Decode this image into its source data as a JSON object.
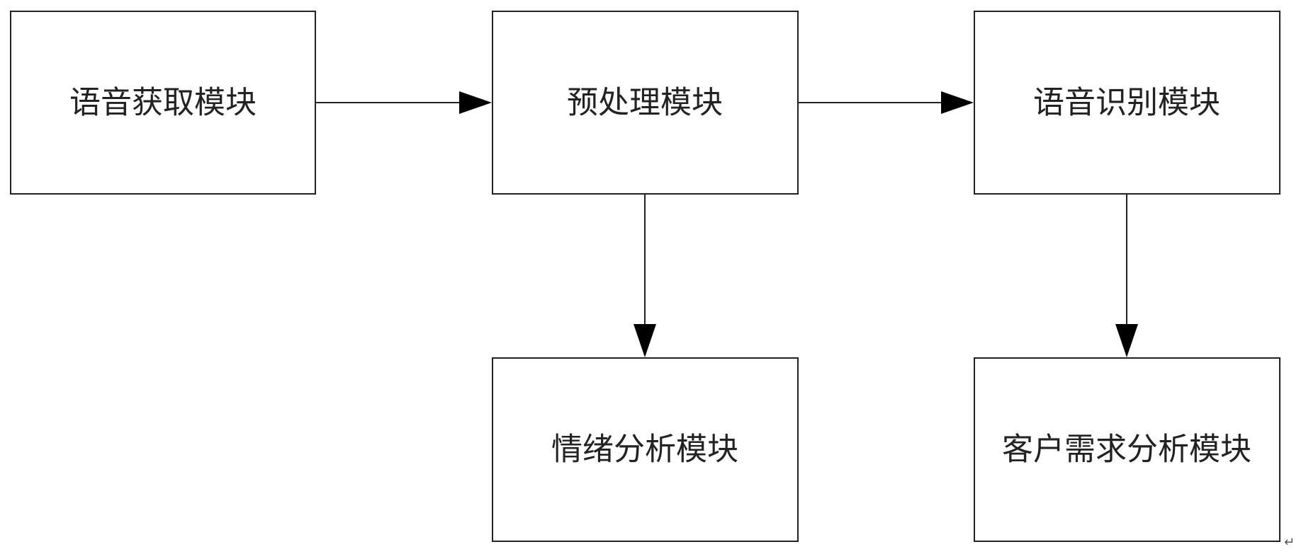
{
  "diagram": {
    "nodes": [
      {
        "id": "voice-acquisition",
        "label": "语音获取模块"
      },
      {
        "id": "preprocessing",
        "label": "预处理模块"
      },
      {
        "id": "speech-recognition",
        "label": "语音识别模块"
      },
      {
        "id": "emotion-analysis",
        "label": "情绪分析模块"
      },
      {
        "id": "customer-demand-analysis",
        "label": "客户需求分析模块"
      }
    ],
    "edges": [
      {
        "from": "voice-acquisition",
        "to": "preprocessing"
      },
      {
        "from": "preprocessing",
        "to": "speech-recognition"
      },
      {
        "from": "preprocessing",
        "to": "emotion-analysis"
      },
      {
        "from": "speech-recognition",
        "to": "customer-demand-analysis"
      }
    ],
    "trailing_mark": "↵"
  }
}
